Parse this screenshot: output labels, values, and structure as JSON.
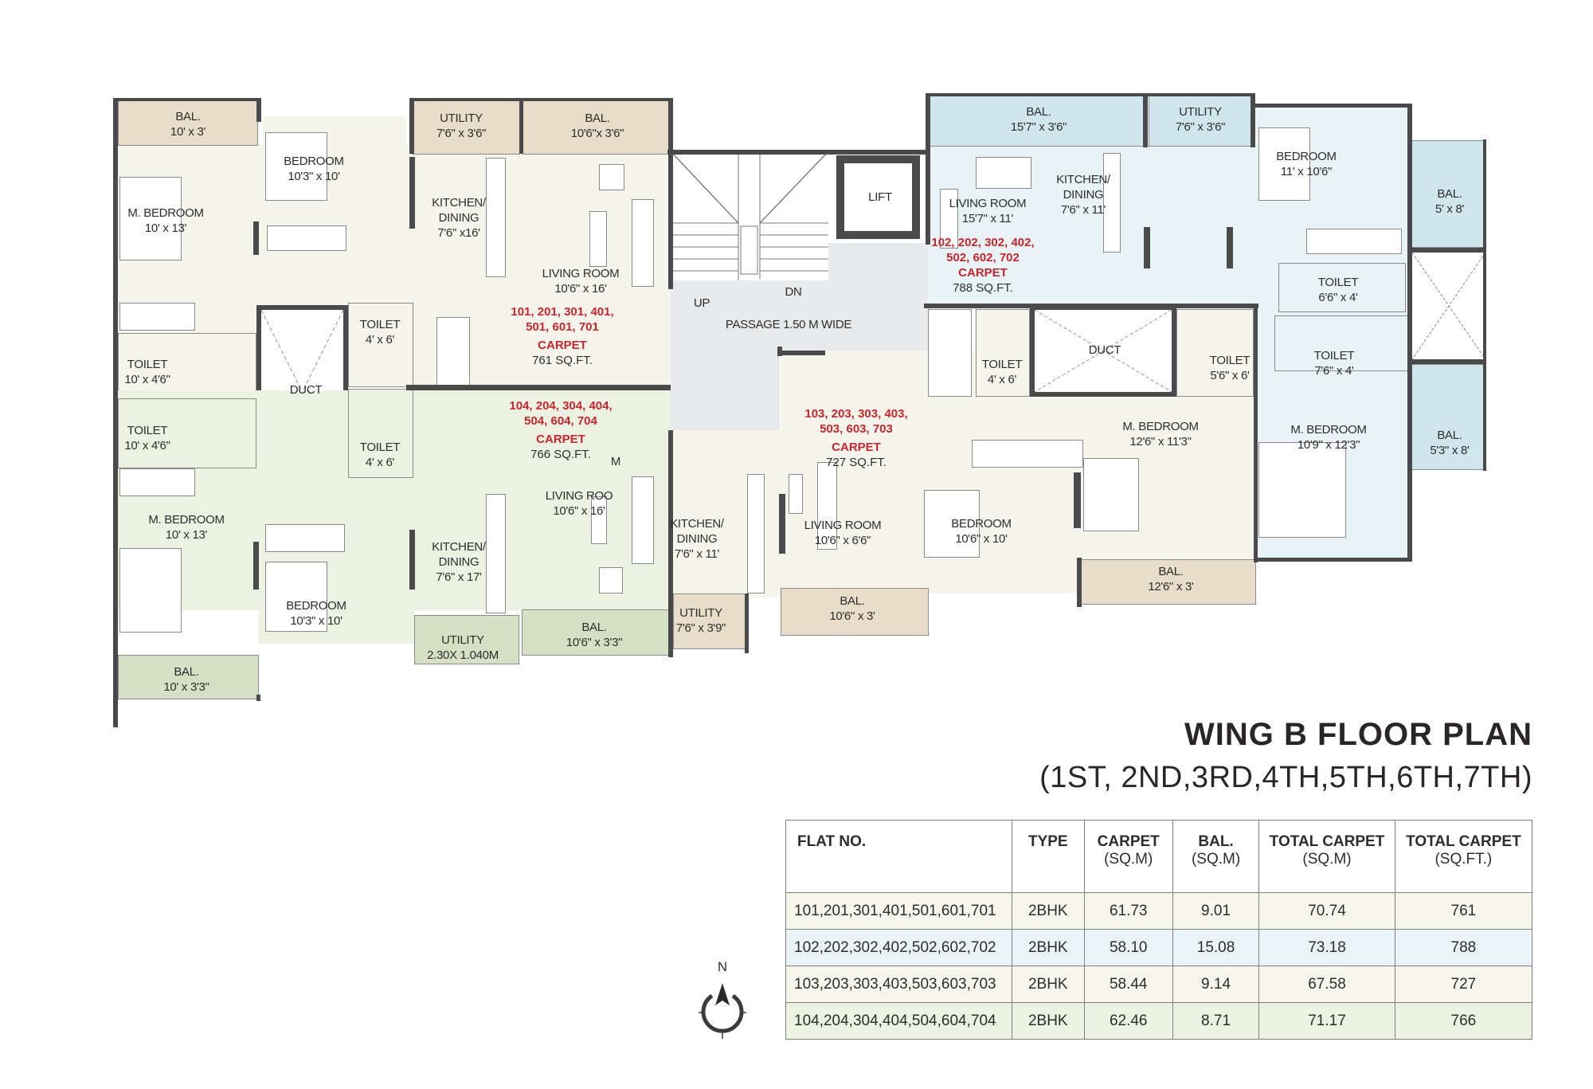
{
  "title": {
    "line1": "WING B FLOOR PLAN",
    "line2": "(1ST, 2ND,3RD,4TH,5TH,6TH,7TH)"
  },
  "colors": {
    "flat_101": "#f6f5eb",
    "flat_102": "#e8f3f5",
    "flat_103": "#f6f5eb",
    "flat_104": "#ebf2e2",
    "balcony_tan": "#e8ddc8",
    "balcony_green": "#d6e0c5",
    "balcony_blue": "#cfe6ec",
    "passage": "#e7e9ea",
    "wall": "#4a4a4c",
    "unit_label": "#c8262d"
  },
  "compass": {
    "label": "N",
    "icon": "north-arrow-icon"
  },
  "core": {
    "lift": "LIFT",
    "up": "UP",
    "dn": "DN",
    "passage": "PASSAGE 1.50 M WIDE"
  },
  "flats": {
    "f101": {
      "units_line1": "101, 201, 301, 401,",
      "units_line2": "501, 601, 701",
      "carpet_label": "CARPET",
      "carpet_value": "761 SQ.FT.",
      "rooms": {
        "bal1": {
          "name": "BAL.",
          "dim": "10' x 3'"
        },
        "bedroom": {
          "name": "BEDROOM",
          "dim": "10'3\" x 10'"
        },
        "utility": {
          "name": "UTILITY",
          "dim": "7'6\" x 3'6\""
        },
        "bal2": {
          "name": "BAL.",
          "dim": "10'6\"x 3'6\""
        },
        "mbedroom": {
          "name": "M. BEDROOM",
          "dim": "10' x 13'"
        },
        "kitchen": {
          "name": "KITCHEN/",
          "name2": "DINING",
          "dim": "7'6\" x16'"
        },
        "living": {
          "name": "LIVING ROOM",
          "dim": "10'6\" x 16'"
        },
        "toilet1": {
          "name": "TOILET",
          "dim": "10' x 4'6\""
        },
        "toilet2": {
          "name": "TOILET",
          "dim": "4' x 6'"
        },
        "duct": {
          "name": "DUCT"
        }
      }
    },
    "f104": {
      "units_line1": "104, 204, 304, 404,",
      "units_line2": "504, 604, 704",
      "carpet_label": "CARPET",
      "carpet_value": "766 SQ.FT.",
      "stray_mark": "M",
      "rooms": {
        "toilet1": {
          "name": "TOILET",
          "dim": "10' x 4'6\""
        },
        "toilet2": {
          "name": "TOILET",
          "dim": "4' x 6'"
        },
        "mbedroom": {
          "name": "M. BEDROOM",
          "dim": "10' x 13'"
        },
        "living": {
          "name": "LIVING ROO",
          "dim": "10'6\" x 16'"
        },
        "kitchen": {
          "name": "KITCHEN/",
          "name2": "DINING",
          "dim": "7'6\" x 17'"
        },
        "bedroom": {
          "name": "BEDROOM",
          "dim": "10'3\" x 10'"
        },
        "utility": {
          "name": "UTILITY",
          "dim": "2.30X 1.040M"
        },
        "bal1": {
          "name": "BAL.",
          "dim": "10'6\" x 3'3\""
        },
        "bal2": {
          "name": "BAL.",
          "dim": "10' x 3'3\""
        }
      }
    },
    "f102": {
      "units_line1": "102, 202, 302, 402,",
      "units_line2": "502, 602, 702",
      "carpet_label": "CARPET",
      "carpet_value": "788 SQ.FT.",
      "rooms": {
        "bal1": {
          "name": "BAL.",
          "dim": "15'7\" x 3'6\""
        },
        "utility": {
          "name": "UTILITY",
          "dim": "7'6\" x 3'6\""
        },
        "living": {
          "name": "LIVING ROOM",
          "dim": "15'7\" x 11'"
        },
        "kitchen": {
          "name": "KITCHEN/",
          "name2": "DINING",
          "dim": "7'6\" x 11'"
        },
        "bedroom": {
          "name": "BEDROOM",
          "dim": "11' x 10'6\""
        },
        "bal2": {
          "name": "BAL.",
          "dim": "5' x 8'"
        },
        "toilet1": {
          "name": "TOILET",
          "dim": "6'6\" x 4'"
        },
        "toilet2": {
          "name": "TOILET",
          "dim": "7'6\" x 4'"
        },
        "mbedroom": {
          "name": "M. BEDROOM",
          "dim": "10'9\" x 12'3\""
        },
        "bal3": {
          "name": "BAL.",
          "dim": "5'3\" x 8'"
        }
      }
    },
    "f103": {
      "units_line1": "103, 203, 303, 403,",
      "units_line2": "503, 603, 703",
      "carpet_label": "CARPET",
      "carpet_value": "727 SQ.FT.",
      "rooms": {
        "toilet1": {
          "name": "TOILET",
          "dim": "4' x 6'"
        },
        "duct": {
          "name": "DUCT"
        },
        "toilet2": {
          "name": "TOILET",
          "dim": "5'6\" x 6'"
        },
        "mbedroom": {
          "name": "M. BEDROOM",
          "dim": "12'6\" x 11'3\""
        },
        "kitchen": {
          "name": "KITCHEN/",
          "name2": "DINING",
          "dim": "7'6\" x 11'"
        },
        "living": {
          "name": "LIVING ROOM",
          "dim": "10'6\" x 6'6\""
        },
        "bedroom": {
          "name": "BEDROOM",
          "dim": "10'6\" x 10'"
        },
        "bal1": {
          "name": "BAL.",
          "dim": "12'6\" x 3'"
        },
        "utility": {
          "name": "UTILITY",
          "dim": "7'6\" x 3'9\""
        },
        "bal2": {
          "name": "BAL.",
          "dim": "10'6\" x 3'"
        }
      }
    }
  },
  "table": {
    "headers": [
      {
        "main": "FLAT NO.",
        "sub": ""
      },
      {
        "main": "TYPE",
        "sub": ""
      },
      {
        "main": "CARPET",
        "sub": "(SQ.M)"
      },
      {
        "main": "BAL.",
        "sub": "(SQ.M)"
      },
      {
        "main": "TOTAL CARPET",
        "sub": "(SQ.M)"
      },
      {
        "main": "TOTAL CARPET",
        "sub": "(SQ.FT.)"
      }
    ],
    "rows": [
      {
        "flat": "101,201,301,401,501,601,701",
        "type": "2BHK",
        "carpet": "61.73",
        "bal": "9.01",
        "total_sqm": "70.74",
        "total_sqft": "761",
        "bg": "#f6f6ec"
      },
      {
        "flat": "102,202,302,402,502,602,702",
        "type": "2BHK",
        "carpet": "58.10",
        "bal": "15.08",
        "total_sqm": "73.18",
        "total_sqft": "788",
        "bg": "#eaf4f7"
      },
      {
        "flat": "103,203,303,403,503,603,703",
        "type": "2BHK",
        "carpet": "58.44",
        "bal": "9.14",
        "total_sqm": "67.58",
        "total_sqft": "727",
        "bg": "#f6f6ec"
      },
      {
        "flat": "104,204,304,404,504,604,704",
        "type": "2BHK",
        "carpet": "62.46",
        "bal": "8.71",
        "total_sqm": "71.17",
        "total_sqft": "766",
        "bg": "#ebf2e2"
      }
    ]
  }
}
